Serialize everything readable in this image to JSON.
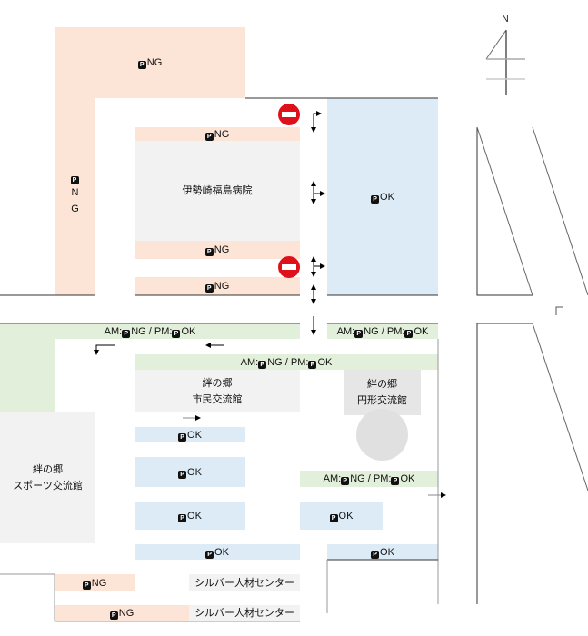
{
  "parking": {
    "p": "P",
    "ng": "NG",
    "ok": "OK",
    "am_pm": {
      "am": "AM:",
      "pm": " / PM:"
    }
  },
  "vertical_ng": [
    "N",
    "G"
  ],
  "buildings": {
    "hospital": "伊勢崎福島病院",
    "civic_1": "絆の郷",
    "civic_2": "市民交流館",
    "round_1": "絆の郷",
    "round_2": "円形交流館",
    "sports_1": "絆の郷",
    "sports_2": "スポーツ交流館",
    "silver": "シルバー人材センター"
  },
  "compass": {
    "north": "N"
  },
  "colors": {
    "ng": "#fce4d6",
    "ok": "#ddebf7",
    "ampm": "#e2efda",
    "building": "#f2f2f2",
    "no_entry": "#e0101a"
  }
}
